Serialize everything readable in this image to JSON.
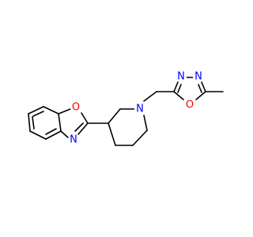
{
  "molecule": {
    "colors": {
      "bond": "#000000",
      "oxygen": "#ff0000",
      "nitrogen": "#0000ff"
    },
    "atom_labels": {
      "benzoxazole_o": "O",
      "benzoxazole_n": "N",
      "piperidine_n": "N",
      "oxadiazole_n3": "N",
      "oxadiazole_n4": "N",
      "oxadiazole_o": "O"
    }
  }
}
